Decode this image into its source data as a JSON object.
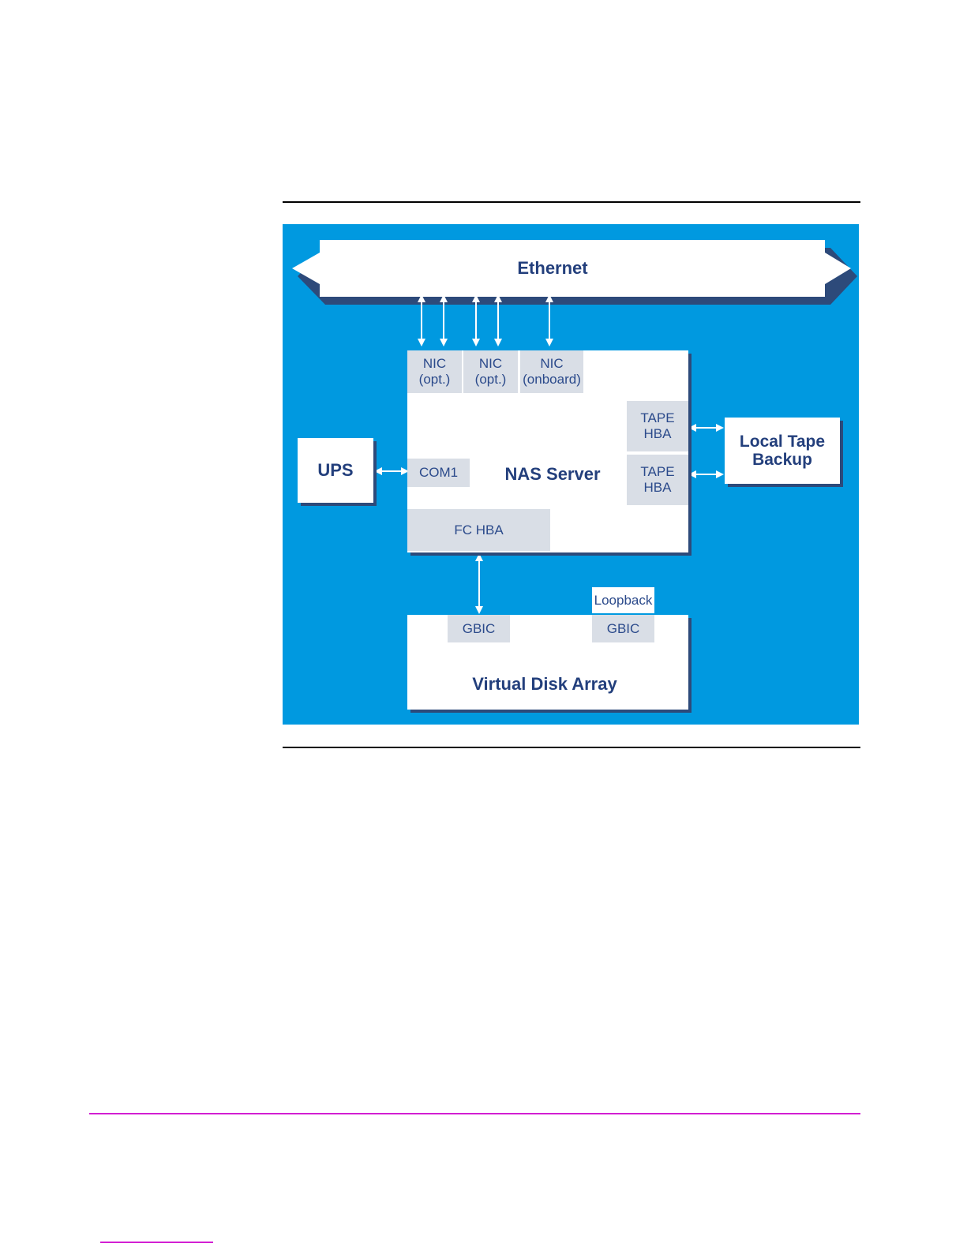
{
  "diagram": {
    "ethernet_label": "Ethernet",
    "nas_server_label": "NAS Server",
    "ups_label": "UPS",
    "tape_backup_label": "Local Tape\nBackup",
    "disk_array_label": "Virtual Disk Array",
    "nic_1_label": "NIC\n(opt.)",
    "nic_2_label": "NIC\n(opt.)",
    "nic_3_label": "NIC\n(onboard)",
    "tape_hba_1_label": "TAPE\nHBA",
    "tape_hba_2_label": "TAPE\nHBA",
    "com1_label": "COM1",
    "fc_hba_label": "FC HBA",
    "gbic_1_label": "GBIC",
    "gbic_2_label": "GBIC",
    "loopback_label": "Loopback"
  },
  "colors": {
    "panel_blue": "#0099e0",
    "label_navy": "#233f7c",
    "component_gray": "#d9dee6",
    "footer_rule": "#d21fd2"
  }
}
